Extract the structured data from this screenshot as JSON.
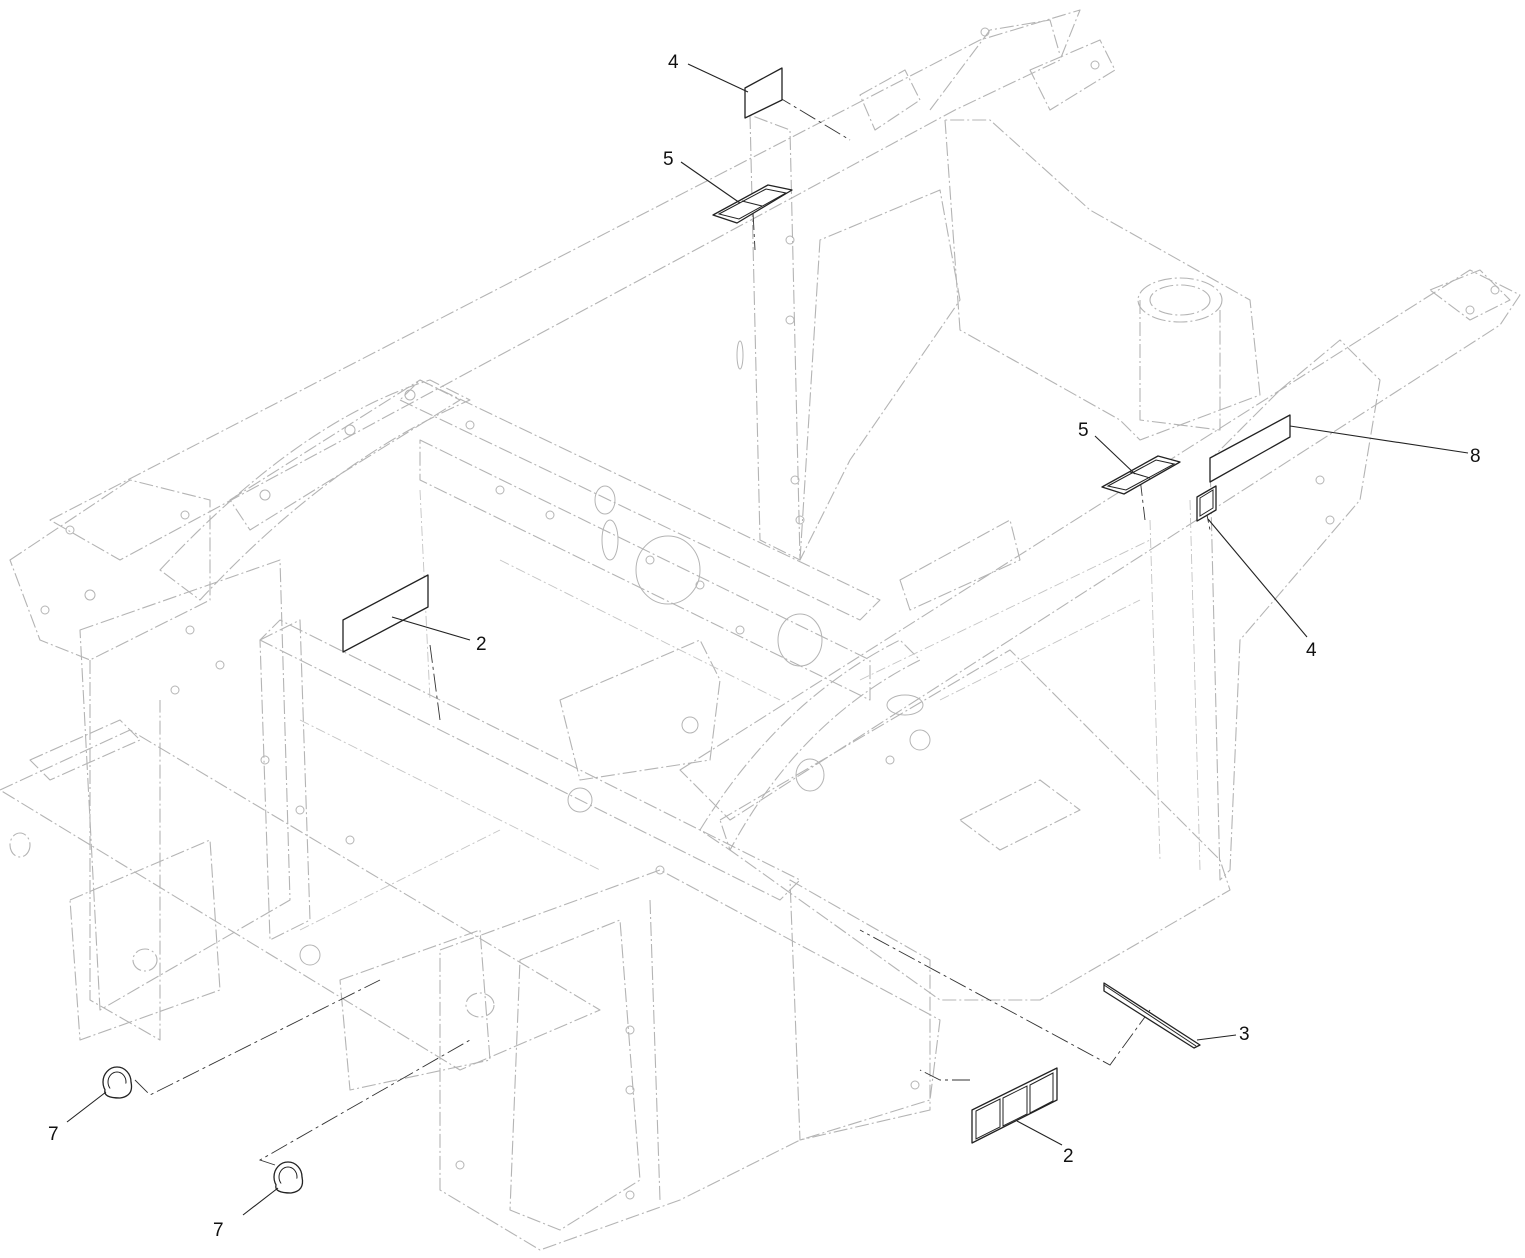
{
  "callouts": [
    {
      "id": "c4-top",
      "label": "4"
    },
    {
      "id": "c5-top",
      "label": "5"
    },
    {
      "id": "c5-right",
      "label": "5"
    },
    {
      "id": "c8",
      "label": "8"
    },
    {
      "id": "c4-right",
      "label": "4"
    },
    {
      "id": "c2-left",
      "label": "2"
    },
    {
      "id": "c3",
      "label": "3"
    },
    {
      "id": "c2-bottom",
      "label": "2"
    },
    {
      "id": "c7-left",
      "label": "7"
    },
    {
      "id": "c7-bottom",
      "label": "7"
    }
  ]
}
